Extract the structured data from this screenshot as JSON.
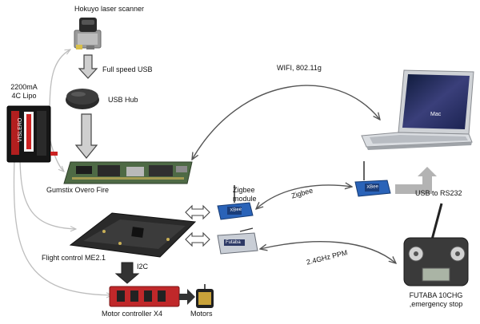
{
  "labels": {
    "hokuyo": "Hokuyo laser scanner",
    "full_speed_usb": "Full speed USB",
    "usb_hub": "USB Hub",
    "battery_line1": "2200mA",
    "battery_line2": "4C Lipo",
    "battery_brand": "VISLERO",
    "wifi": "WIFI, 802.11g",
    "gumstix": "Gumstix Overo Fire",
    "zigbee_module_line1": "Zigbee",
    "zigbee_module_line2": "module",
    "zigbee_link": "Zigbee",
    "usb_rs232": "USB to RS232",
    "flight_control": "Flight control ME2.1",
    "ppm": "2.4GHz PPM",
    "i2c": "I2C",
    "motor_controller": "Motor controller X4",
    "motors": "Motors",
    "futaba_line1": "FUTABA 10CHG",
    "futaba_line2": ",emergency stop",
    "laptop_screen_text": "Mac",
    "xbee_chip": "XBee",
    "receiver_brand": "Futaba"
  },
  "colors": {
    "arrow_gray_fill": "#cfcfcf",
    "arrow_dark": "#333333",
    "arrow_outline": "#444444",
    "thin_line": "#bdbdbd",
    "pcb_green": "#4e6a45",
    "pcb_dark": "#2a2a2a",
    "battery_red": "#b21f1f",
    "xbee_blue": "#2a63b8",
    "motor_controller_red": "#c0282a",
    "usb_arrow_gray": "#b3b3b3"
  }
}
